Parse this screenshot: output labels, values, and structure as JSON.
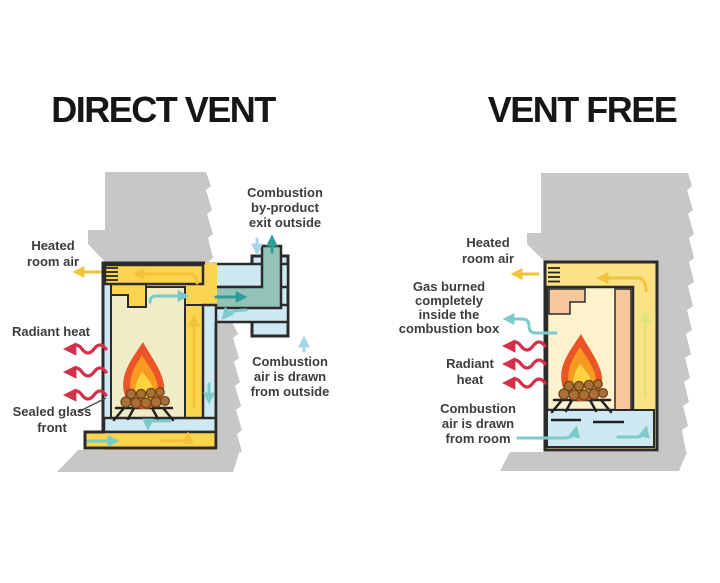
{
  "titles": {
    "left": "DIRECT VENT",
    "right": "VENT FREE"
  },
  "left_labels": {
    "heated": [
      "Heated",
      "room air"
    ],
    "radiant": [
      "Radiant heat"
    ],
    "sealed": [
      "Sealed glass",
      "front"
    ],
    "byproduct": [
      "Combustion",
      "by-product",
      "exit outside"
    ],
    "combustion_air": [
      "Combustion",
      "air is drawn",
      "from outside"
    ]
  },
  "right_labels": {
    "heated": [
      "Heated",
      "room air"
    ],
    "gas_burned": [
      "Gas burned",
      "completely",
      "inside the",
      "combustion box"
    ],
    "radiant": [
      "Radiant",
      "heat"
    ],
    "combustion_air": [
      "Combustion",
      "air is drawn",
      "from room"
    ]
  },
  "colors": {
    "bg": "#ffffff",
    "gray": "#c7c7c5",
    "outline": "#2b2b2b",
    "yellow": "#fcd44f",
    "yellow_soft": "#fbe287",
    "pale_interior": "#f0ecc6",
    "cream": "#fdf2cb",
    "peach": "#f6c79b",
    "blue": "#cfe9f4",
    "blue_arrow": "#a6d7e8",
    "teal_fill": "#93c3b6",
    "teal": "#2f9e9a",
    "teal_light": "#7ccaca",
    "gold": "#f2c238",
    "green_up": "#dfe37d",
    "red": "#d5304a",
    "flame_red": "#ea5426",
    "flame_orange": "#f79a1f",
    "flame_yellow": "#ffd23f",
    "log": "#a96f36",
    "log_dark": "#6f4517",
    "text": "#3d3d3d",
    "title": "#161616"
  }
}
